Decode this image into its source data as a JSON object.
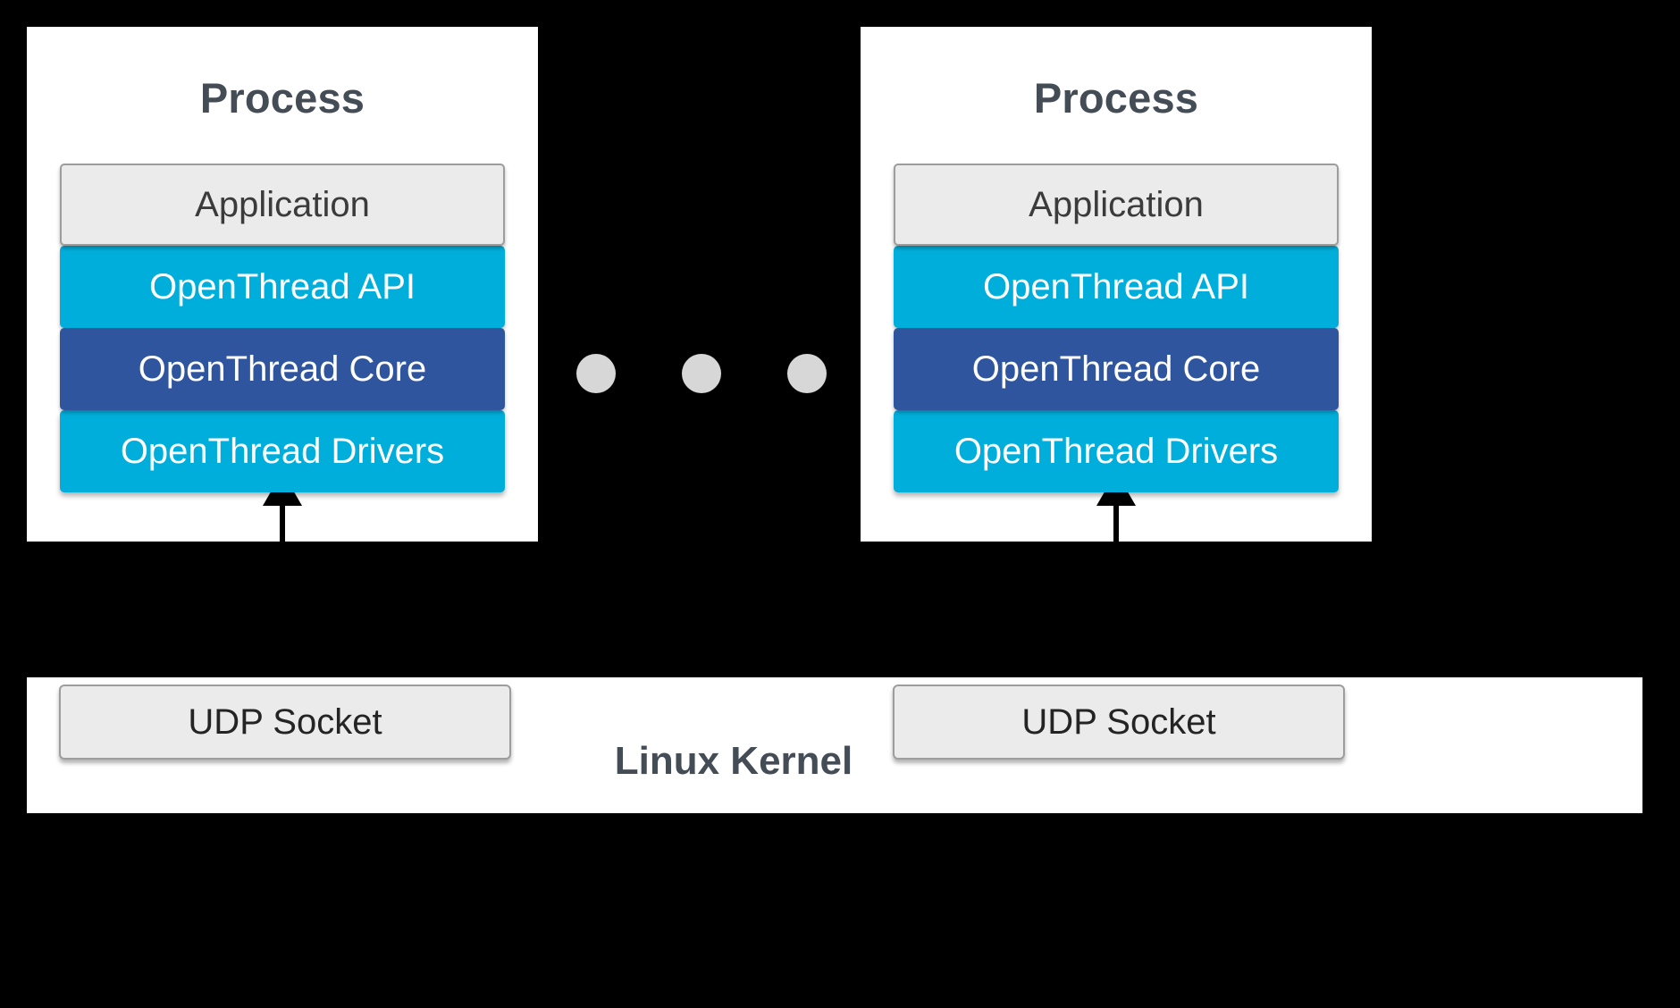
{
  "diagram": {
    "title": "OpenThread POSIX multi-process architecture",
    "background_color": "#000000",
    "colors": {
      "panel": "#ffffff",
      "app_box": "#ebebeb",
      "app_border": "#9d9d9d",
      "openthread_api": "#00aedb",
      "openthread_core": "#2f559f",
      "openthread_drivers": "#00aedb",
      "heading_text": "#444d56",
      "dot": "#d7d7d7",
      "arrow": "#000000"
    }
  },
  "processes": [
    {
      "title": "Process",
      "layers": [
        {
          "label": "Application",
          "style": "app"
        },
        {
          "label": "OpenThread API",
          "style": "api"
        },
        {
          "label": "OpenThread Core",
          "style": "core"
        },
        {
          "label": "OpenThread Drivers",
          "style": "drivers"
        }
      ]
    },
    {
      "title": "Process",
      "layers": [
        {
          "label": "Application",
          "style": "app"
        },
        {
          "label": "OpenThread API",
          "style": "api"
        },
        {
          "label": "OpenThread Core",
          "style": "core"
        },
        {
          "label": "OpenThread Drivers",
          "style": "drivers"
        }
      ]
    }
  ],
  "ellipsis": {
    "icon": "horizontal-ellipsis-icon",
    "dot_count": 3,
    "dot_positions_x": [
      0,
      118,
      236
    ],
    "dot_diameter": 44
  },
  "arrows": [
    {
      "name": "socket-to-drivers-arrow-left",
      "direction": "up"
    },
    {
      "name": "socket-to-drivers-arrow-right",
      "direction": "up"
    }
  ],
  "kernel": {
    "title": "Linux Kernel",
    "sockets": [
      {
        "label": "UDP Socket"
      },
      {
        "label": "UDP Socket"
      }
    ]
  }
}
